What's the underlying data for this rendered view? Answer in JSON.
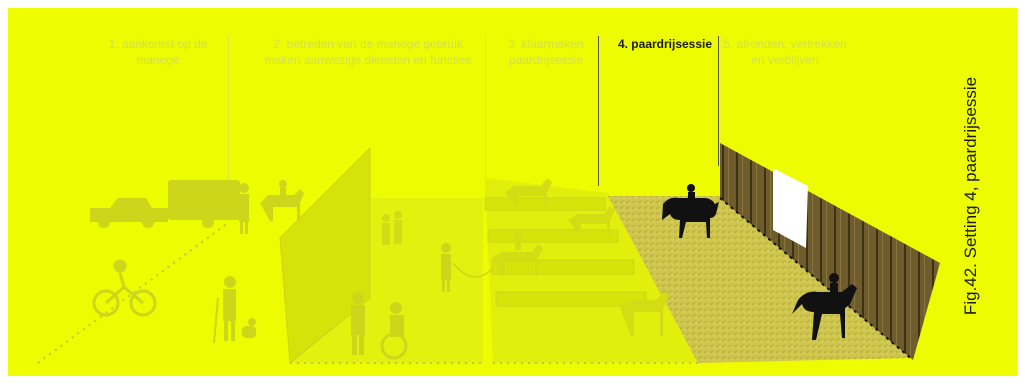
{
  "phases": [
    {
      "label": "1. aankomst op de manege",
      "active": false
    },
    {
      "label": "2. betreden van de manege gebruik maken aanwezige diensten en functies",
      "active": false
    },
    {
      "label": "3. klaarmaken paardrijsessie",
      "active": false
    },
    {
      "label": "4. paardrijsessie",
      "active": true
    },
    {
      "label": "5. afronden, vertrekken en verblijven",
      "active": false
    }
  ],
  "caption": "Fig.42. Setting 4, paardrijsessie",
  "colors": {
    "background": "#eefc00",
    "faded_text": "#d4de4a",
    "active_text": "#1a1a1a",
    "wood": "#6b5a2a",
    "sand": "#c9c24a"
  }
}
